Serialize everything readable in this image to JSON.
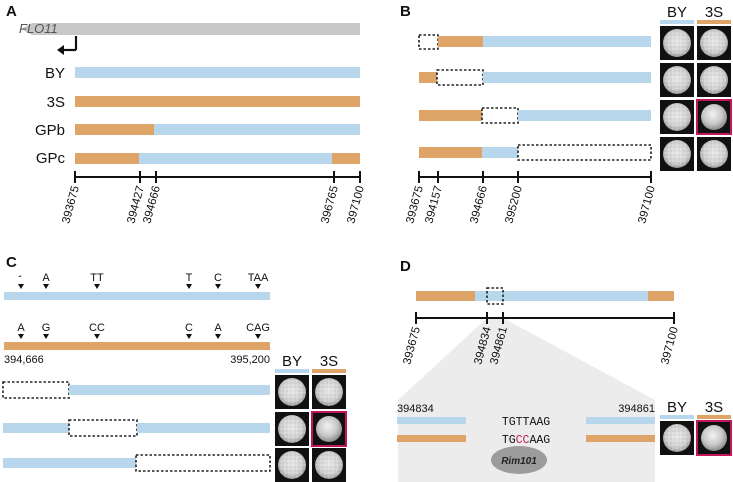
{
  "colors": {
    "by": "#b8d6ec",
    "s3": "#dfa467",
    "highlight": "#c2185b",
    "gene": "#c8c8c8",
    "axis": "#111111"
  },
  "panels": {
    "a": {
      "label": "A",
      "gene": "FLO11",
      "strains": [
        "BY",
        "3S",
        "GPb",
        "GPc"
      ],
      "ticks": [
        "393675",
        "394427",
        "394666",
        "396765",
        "397100"
      ]
    },
    "b": {
      "label": "B",
      "col_by": "BY",
      "col_3s": "3S",
      "ticks": [
        "393675",
        "394157",
        "394666",
        "395200",
        "397100"
      ]
    },
    "c": {
      "label": "C",
      "by_mutations": [
        "A",
        "TT",
        "T",
        "C",
        "TAA"
      ],
      "s3_mutations": [
        "A",
        "G",
        "CC",
        "C",
        "A",
        "CAG"
      ],
      "range_start": "394,666",
      "range_end": "395,200",
      "col_by": "BY",
      "col_3s": "3S"
    },
    "d": {
      "label": "D",
      "ticks": [
        "393675",
        "394834",
        "394861",
        "397100"
      ],
      "seq_start": "394834",
      "seq_end": "394861",
      "by_seq": "TGTTAAG",
      "s3_seq_prefix": "TG",
      "s3_seq_mut": "CC",
      "s3_seq_suffix": "AAG",
      "factor": "Rim101",
      "col_by": "BY",
      "col_3s": "3S"
    }
  }
}
